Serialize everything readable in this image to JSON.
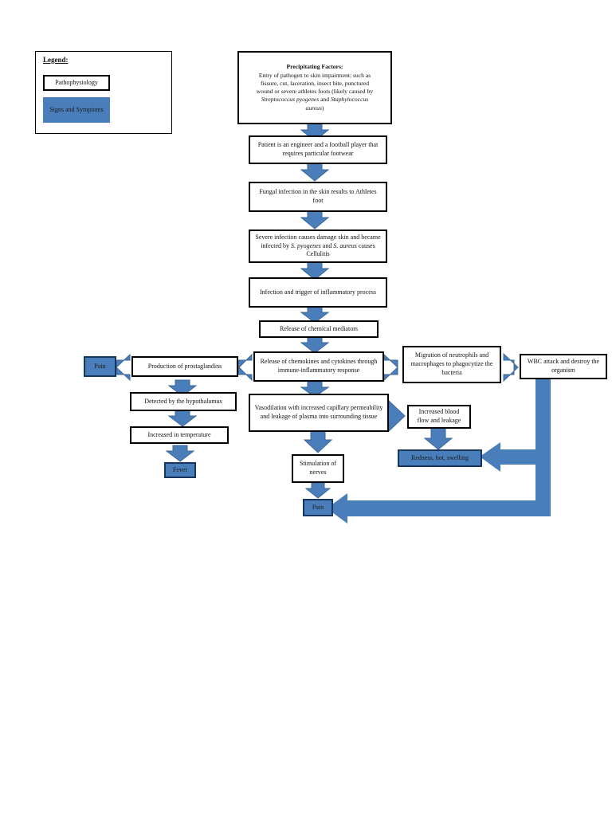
{
  "page": {
    "title": "Cellulitis Pathophysiology Flowchart",
    "background": "#ffffff",
    "colors": {
      "accent_blue": "#4A7EBB",
      "arrow_blue": "#4A7EBB",
      "arrow_outline": "#3C6699",
      "node_border": "#000000",
      "sx_border": "#16365C",
      "text": "#111111"
    }
  },
  "legend": {
    "title": "Legend:",
    "items": [
      {
        "label": "Pathophysiology",
        "type": "pathophysiology"
      },
      {
        "label": "Signs and Symptoms",
        "type": "signs-and-symptoms"
      }
    ]
  },
  "nodes": {
    "precipitating_factors": {
      "heading": "Precipitating Factors:",
      "body_1": "Entry of pathogen to skin impairment; such as",
      "body_2": "fissure, cut, laceration, insect bite, punctured",
      "body_3": "wound or severe athletes foots (likely caused by",
      "body_4_italic_a": "Streptococcus pyogenes",
      "body_4_mid": " and ",
      "body_4_italic_b": "Staphylococcus",
      "body_5_italic": "aureus",
      "body_5_end": ")"
    },
    "patient_profile": "Patient is an engineer and a football player that requires particular footwear",
    "fungal_infection": "Fungal infection in the skin results to Athletes foot",
    "severe_infection": {
      "part_1": "Severe infection causes damage skin and became infected by ",
      "italic_1": "S. pyogenes",
      "part_2": " and ",
      "italic_2": "S. aureus",
      "part_3": " causes Cellulitis"
    },
    "inflammatory_trigger": "Infection and trigger of inflammatory process",
    "chemical_mediators": "Release of chemical mediators",
    "chemokines_cytokines": "Release of chemokines and cytokines through immune-inflammatory response",
    "prostaglandins": "Production of prostaglandins",
    "pain_left": "Pain",
    "hypothalamus": "Detected by the hypothalumus",
    "increased_temperature": "Increased in temperature",
    "fever": "Fever",
    "vasodilation": "Vasodilation with increased capillary permeability and leakage of plasma into surrounding tissue",
    "stimulation_of_nerves": "Stimulation of nerves",
    "pain_bottom": "Pain",
    "neutrophil_migration": "Migration of neutrophils and macrophages to phagocytize the bacteria",
    "wbc_attack": "WBC attack and destroy the organism",
    "increased_blood_flow": "Increased blood flow and leakage",
    "redness_hot_swelling": "Redness, hot, swelling"
  }
}
